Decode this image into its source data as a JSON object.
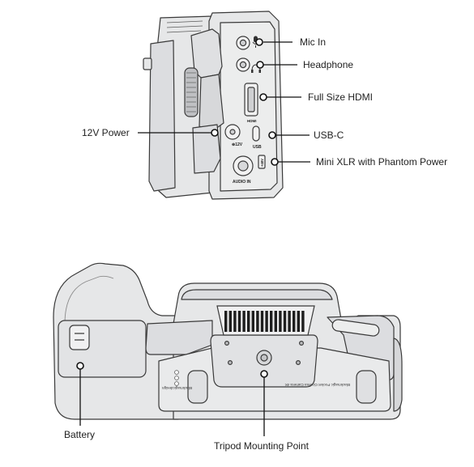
{
  "callouts": {
    "mic_in": "Mic In",
    "headphone": "Headphone",
    "full_size_hdmi": "Full Size HDMI",
    "usb_c": "USB-C",
    "mini_xlr": "Mini XLR with Phantom Power",
    "power_12v": "12V Power",
    "battery": "Battery",
    "tripod_mount": "Tripod Mounting Point"
  },
  "panel_markings": {
    "hdmi": "HDMI",
    "power": "⊕12V",
    "usb": "USB",
    "audio_in": "AUDIO IN",
    "plus_48v": "+48V"
  },
  "body_markings": {
    "brand": "Blackmagicdesign",
    "model": "Blackmagic Pocket Cinema Camera 4K"
  },
  "colors": {
    "body_fill": "#e6e7e8",
    "body_fill_dark": "#d2d3d5",
    "outline": "#3a3a3a",
    "vent": "#1e1e1e",
    "leader_line": "#111111"
  }
}
